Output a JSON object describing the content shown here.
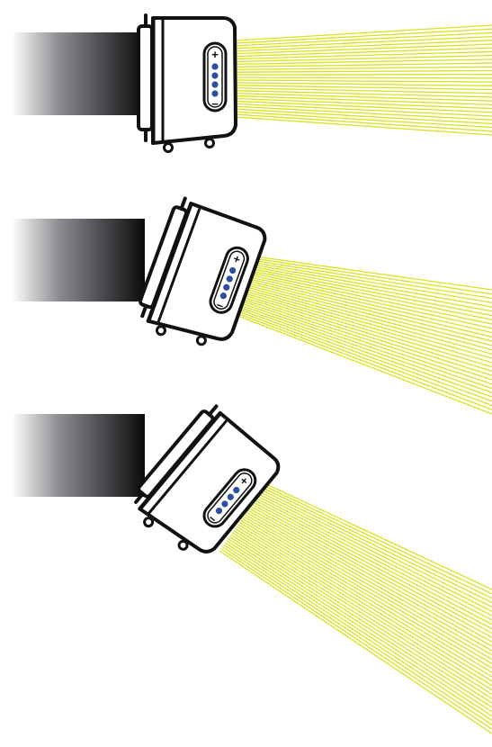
{
  "diagram": {
    "panels": [
      {
        "tilt_deg": 0,
        "beam": "horizontal",
        "buttons": {
          "plus": "+",
          "minus": "−",
          "level_dots": 4
        }
      },
      {
        "tilt_deg": 20,
        "beam": "slightly-down",
        "buttons": {
          "plus": "+",
          "minus": "−",
          "level_dots": 4
        }
      },
      {
        "tilt_deg": 40,
        "beam": "down",
        "buttons": {
          "plus": "+",
          "minus": "−",
          "level_dots": 4
        }
      }
    ],
    "colors": {
      "beam": "#d9e21f",
      "strap_dark": "#0b0b0d",
      "strap_light": "#ffffff",
      "outline": "#111111",
      "lamp_body": "#ffffff",
      "button_dot": "#2d4fa0"
    }
  }
}
